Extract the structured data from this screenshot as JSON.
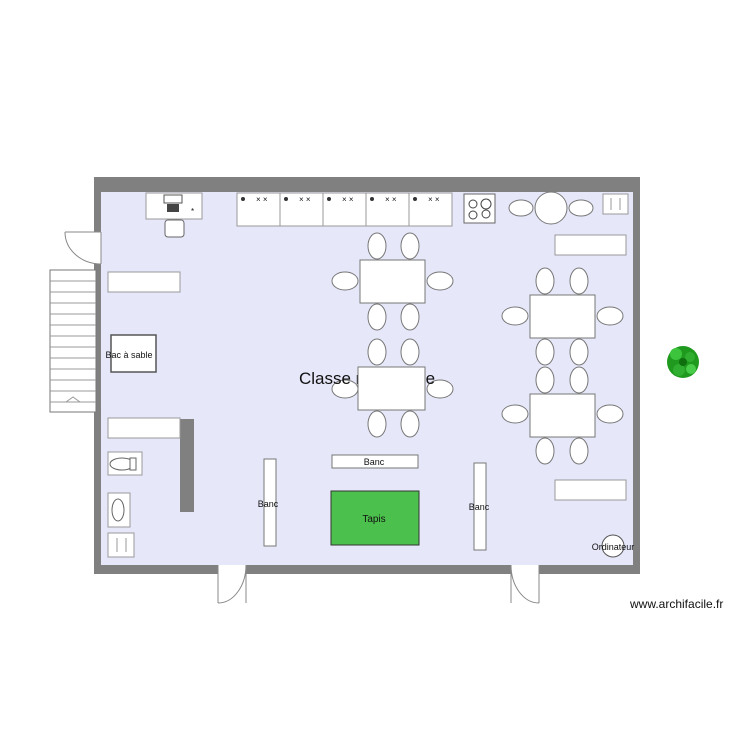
{
  "plan": {
    "room_title": "Classe maternelle",
    "labels": {
      "sandbox": "Bac à sable",
      "bench_top": "Banc",
      "bench_left": "Banc",
      "bench_right": "Banc",
      "mat": "Tapis",
      "computer": "Ordinateur"
    },
    "colors": {
      "floor": "#e6e8fa",
      "wall": "#808080",
      "mat": "#4cc04c",
      "plant": "#1f9a1f"
    }
  },
  "footer": {
    "site": "www.archifacile.fr"
  }
}
